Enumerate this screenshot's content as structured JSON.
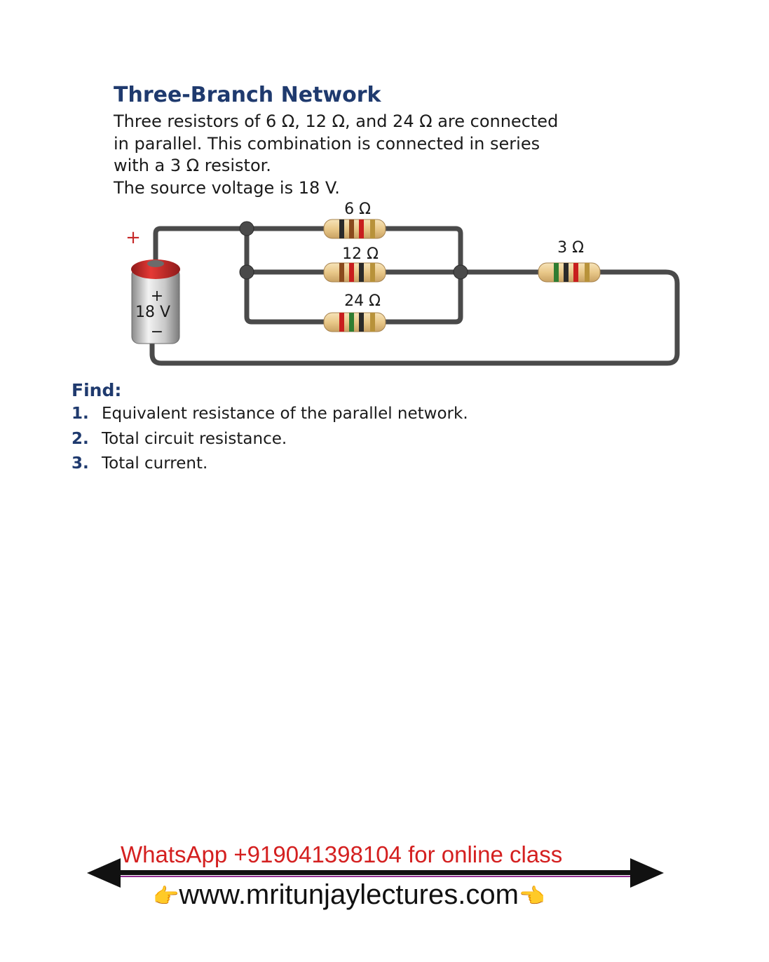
{
  "problem": {
    "title": "Three-Branch Network",
    "lines": [
      "Three resistors of 6 Ω, 12 Ω, and 24 Ω are connected",
      "in parallel. This combination is connected in series",
      "with a 3 Ω resistor.",
      "The source voltage is 18 V."
    ]
  },
  "circuit": {
    "battery": {
      "label": "18 V",
      "positive_sign": "+",
      "negative_sign": "−",
      "terminal_plus": "+"
    },
    "parallel_resistors": [
      {
        "label": "6 Ω",
        "bands": [
          "#2a2a2a",
          "#8a4a1e",
          "#c81e1e",
          "#b8923a"
        ]
      },
      {
        "label": "12 Ω",
        "bands": [
          "#8a4a1e",
          "#c81e1e",
          "#2a2a2a",
          "#b8923a"
        ]
      },
      {
        "label": "24 Ω",
        "bands": [
          "#c81e1e",
          "#2f7d32",
          "#2a2a2a",
          "#b8923a"
        ]
      }
    ],
    "series_resistor": {
      "label": "3 Ω",
      "bands": [
        "#2f7d32",
        "#2a2a2a",
        "#c81e1e",
        "#b8923a"
      ]
    }
  },
  "find": {
    "heading": "Find:",
    "items": [
      {
        "num": "1.",
        "text": "Equivalent resistance of the parallel network."
      },
      {
        "num": "2.",
        "text": "Total circuit resistance."
      },
      {
        "num": "3.",
        "text": "Total current."
      }
    ]
  },
  "promo": {
    "whatsapp": "WhatsApp +919041398104 for online class",
    "website": "www.mritunjaylectures.com",
    "hand_left": "👉",
    "hand_right": "👈"
  },
  "colors": {
    "title": "#1f3a6e",
    "whatsapp": "#d42020",
    "wire": "#4a4a4a",
    "battery_cap": "#c62828"
  }
}
